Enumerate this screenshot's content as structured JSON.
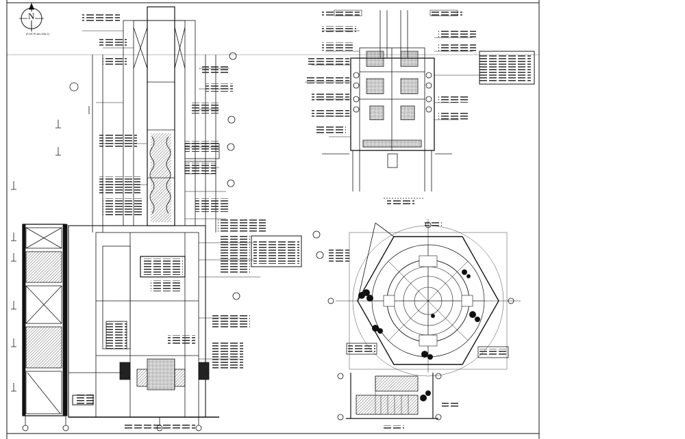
{
  "north_arrow": {
    "letter": "N",
    "caption": "(FOR PLAN ONLY)"
  },
  "colors": {
    "ink": "#111111",
    "paper": "#ffffff",
    "hatch": "#222222"
  },
  "drawings": [
    {
      "id": "elevation-section"
    },
    {
      "id": "plan-top"
    },
    {
      "id": "hexagon-plan"
    },
    {
      "id": "stair-detail"
    }
  ]
}
